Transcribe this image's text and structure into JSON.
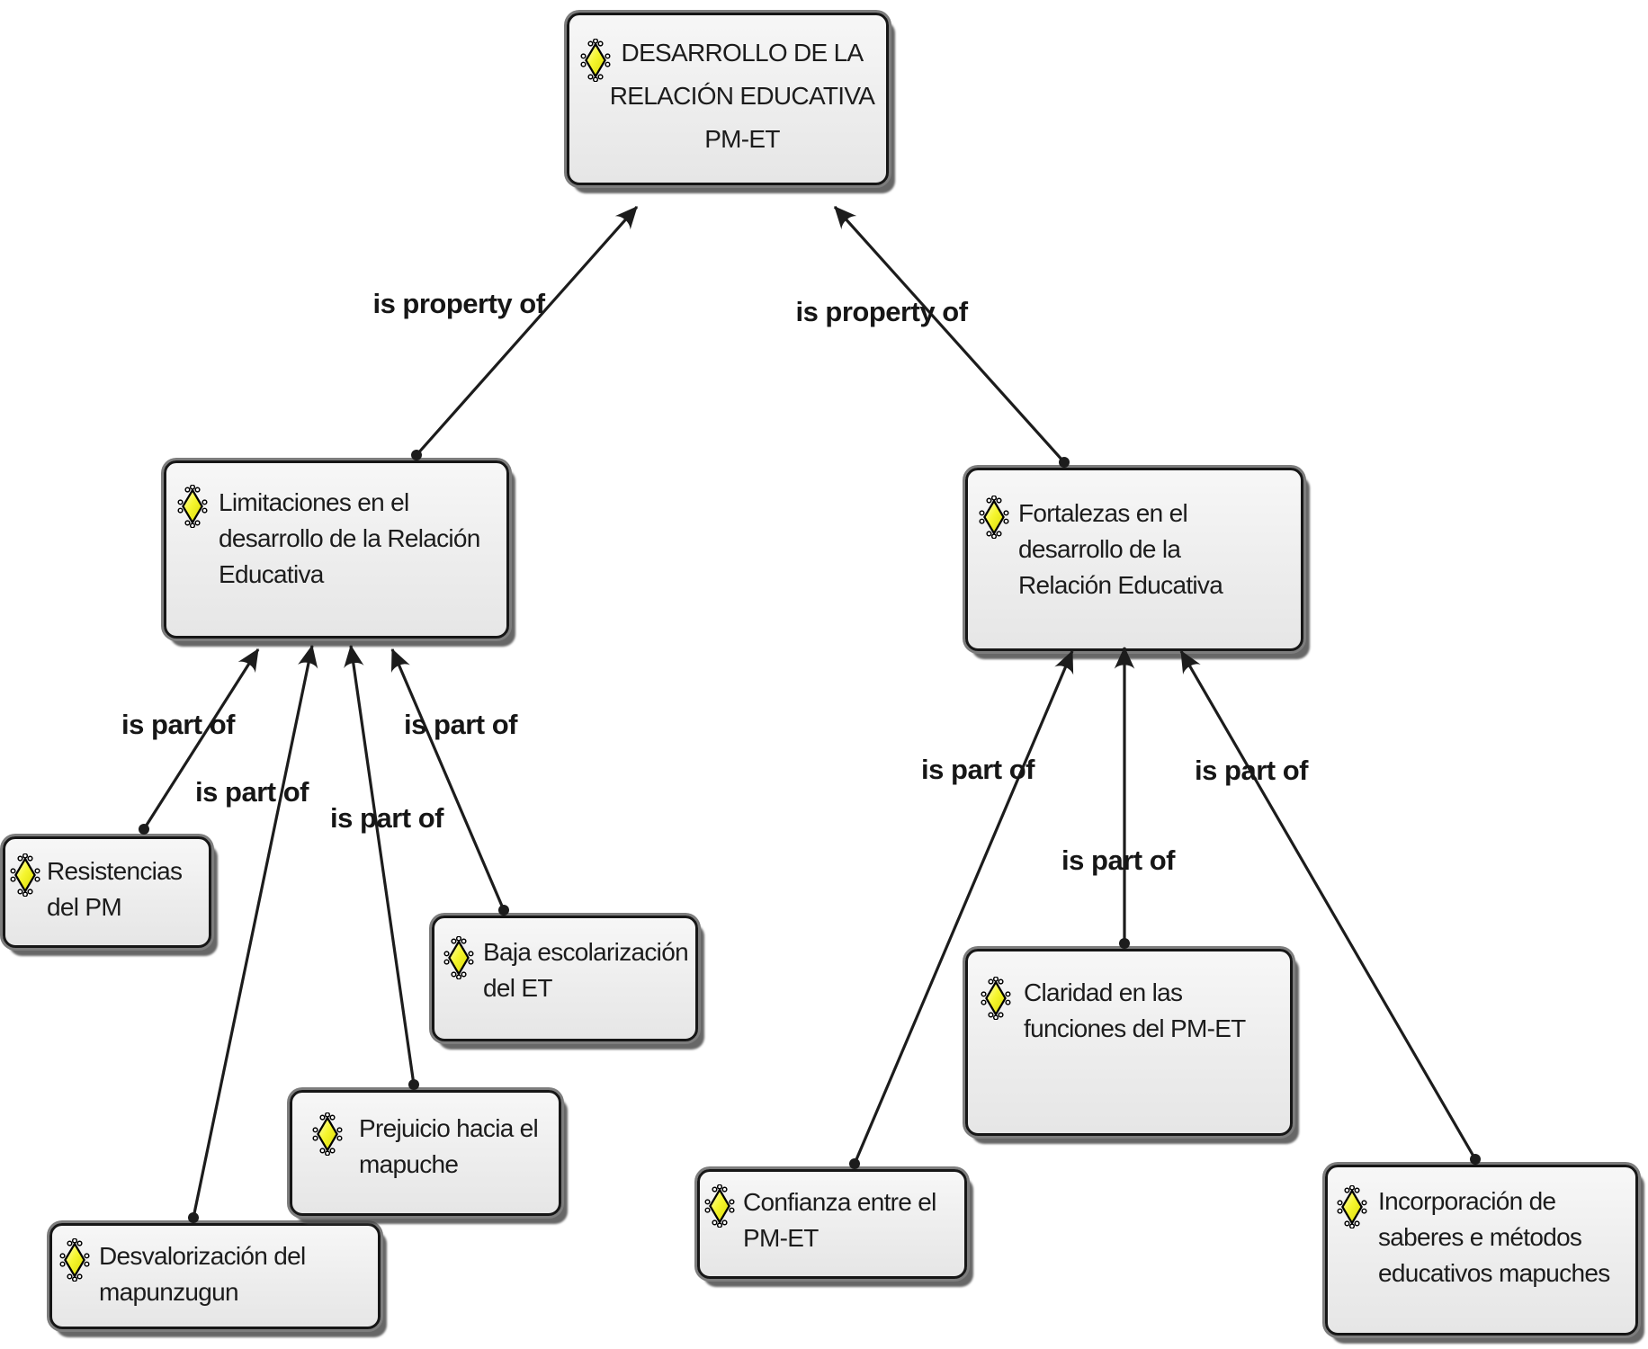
{
  "diagram": {
    "type": "concept-map-network",
    "background": "#ffffff",
    "colors": {
      "node_fill": "#ededed",
      "node_border": "#161616",
      "node_shadow": "#6e6e6e",
      "edge": "#1c1c1c",
      "label_text": "#161616",
      "icon_yellow": "#f4f416"
    },
    "icon_name": "code-diamond-icon",
    "nodes": [
      {
        "id": "desarrollo",
        "label": "DESARROLLO DE LA\nRELACIÓN EDUCATIVA\nPM-ET"
      },
      {
        "id": "limitaciones",
        "label": "Limitaciones en el\ndesarrollo de la Relación\nEducativa"
      },
      {
        "id": "fortalezas",
        "label": "Fortalezas en el\ndesarrollo de la\nRelación Educativa"
      },
      {
        "id": "resistencias",
        "label": "Resistencias\ndel PM"
      },
      {
        "id": "desvalorizacion",
        "label": "Desvalorización del\nmapunzugun"
      },
      {
        "id": "prejuicio",
        "label": "Prejuicio hacia el\nmapuche"
      },
      {
        "id": "baja",
        "label": "Baja escolarización\ndel ET"
      },
      {
        "id": "confianza",
        "label": "Confianza entre el\nPM-ET"
      },
      {
        "id": "claridad",
        "label": "Claridad en las\nfunciones del PM-ET"
      },
      {
        "id": "incorporacion",
        "label": "Incorporación de\nsaberes e métodos\neducativos mapuches"
      }
    ],
    "edges": [
      {
        "from": "limitaciones",
        "to": "desarrollo",
        "label": "is property of"
      },
      {
        "from": "fortalezas",
        "to": "desarrollo",
        "label": "is property of"
      },
      {
        "from": "resistencias",
        "to": "limitaciones",
        "label": "is part of"
      },
      {
        "from": "desvalorizacion",
        "to": "limitaciones",
        "label": "is part of"
      },
      {
        "from": "prejuicio",
        "to": "limitaciones",
        "label": "is part of"
      },
      {
        "from": "baja",
        "to": "limitaciones",
        "label": "is part of"
      },
      {
        "from": "confianza",
        "to": "fortalezas",
        "label": "is part of"
      },
      {
        "from": "claridad",
        "to": "fortalezas",
        "label": "is part of"
      },
      {
        "from": "incorporacion",
        "to": "fortalezas",
        "label": "is part of"
      }
    ]
  }
}
